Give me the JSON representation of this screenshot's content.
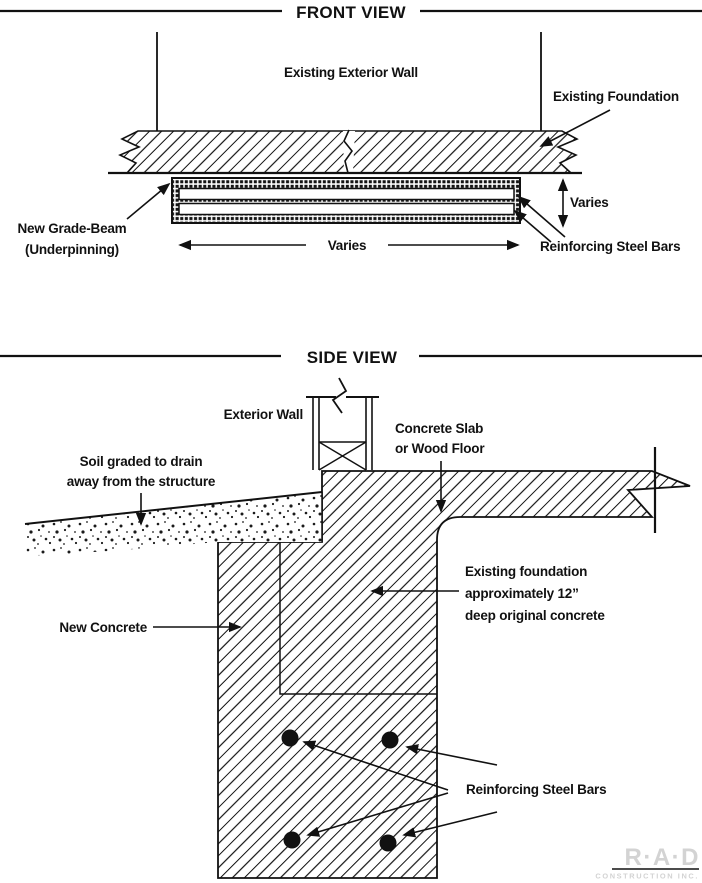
{
  "front_view": {
    "title": "FRONT VIEW",
    "wall_label": "Existing Exterior Wall",
    "foundation_label": "Existing Foundation",
    "grade_beam_label_line1": "New Grade-Beam",
    "grade_beam_label_line2": "(Underpinning)",
    "width_dimension": "Varies",
    "depth_dimension": "Varies",
    "rebar_label": "Reinforcing Steel Bars"
  },
  "side_view": {
    "title": "SIDE VIEW",
    "exterior_wall_label": "Exterior Wall",
    "slab_label_line1": "Concrete Slab",
    "slab_label_line2": "or Wood Floor",
    "soil_label_line1": "Soil graded to drain",
    "soil_label_line2": "away from the structure",
    "existing_foundation_label_line1": "Existing foundation",
    "existing_foundation_label_line2": "approximately 12”",
    "existing_foundation_label_line3": "deep original concrete",
    "new_concrete_label": "New Concrete",
    "rebar_label": "Reinforcing Steel Bars"
  },
  "logo": {
    "brand": "R·A·D",
    "subtitle": "CONSTRUCTION INC.",
    "color": "#d3d3d3"
  },
  "colors": {
    "ink": "#111111",
    "background": "#ffffff"
  }
}
